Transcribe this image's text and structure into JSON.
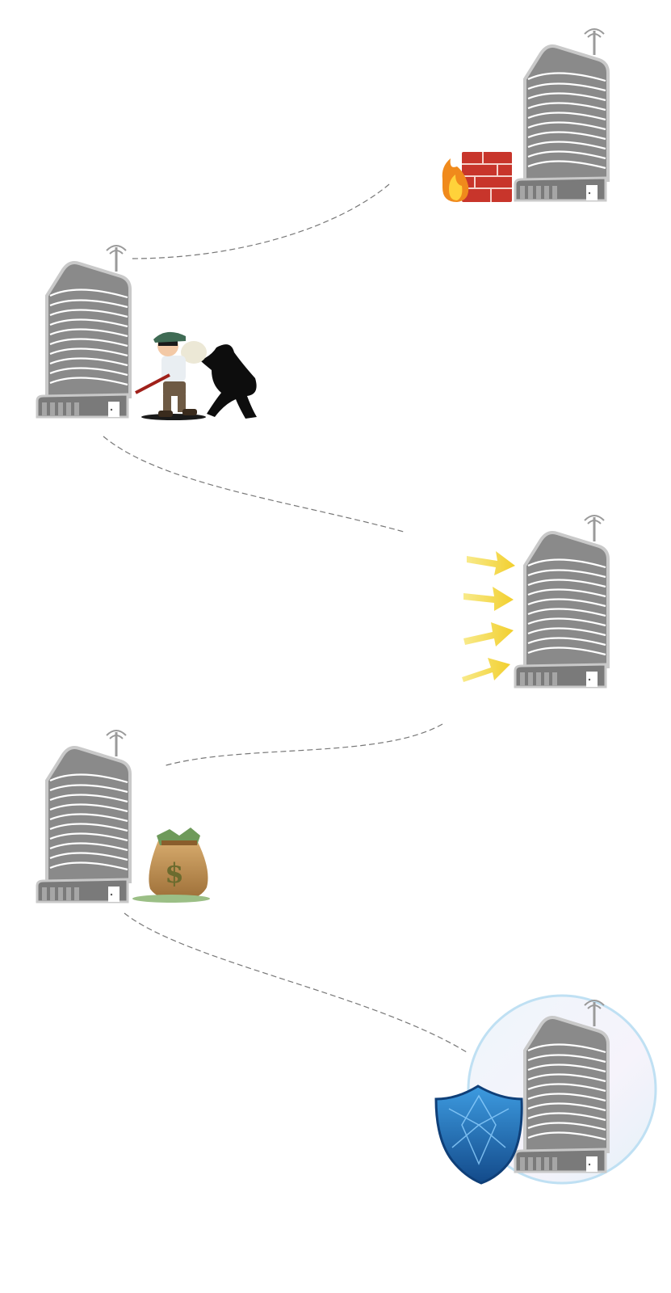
{
  "diagram": {
    "nodes": [
      {
        "id": "building-1",
        "icon": "office-building-icon",
        "accessory": "firewall-icon"
      },
      {
        "id": "building-2",
        "icon": "office-building-icon",
        "accessory": "burglar-icon"
      },
      {
        "id": "building-3",
        "icon": "office-building-icon",
        "accessory": "attack-arrows-icon"
      },
      {
        "id": "building-4",
        "icon": "office-building-icon",
        "accessory": "money-bag-icon"
      },
      {
        "id": "building-5",
        "icon": "office-building-icon",
        "accessory": "security-shield-icon"
      }
    ],
    "connectors": [
      {
        "from": "building-1",
        "to": "building-2",
        "style": "dashed"
      },
      {
        "from": "building-2",
        "to": "building-3",
        "style": "dashed"
      },
      {
        "from": "building-3",
        "to": "building-4",
        "style": "dashed"
      },
      {
        "from": "building-4",
        "to": "building-5",
        "style": "dashed"
      }
    ],
    "colors": {
      "building": "#8a8a8a",
      "building_outline": "#c9c9c9",
      "firewall_brick": "#c8352b",
      "flame": "#f08a1c",
      "arrow": "#f4d94a",
      "money_bag": "#b98a4e",
      "shield": "#1f6fb3",
      "bubble": "#cfe7f5",
      "connector": "#777777"
    }
  }
}
